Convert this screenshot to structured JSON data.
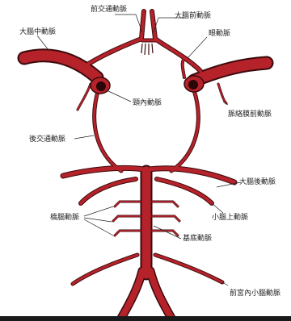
{
  "colors": {
    "artery": "#b5222a",
    "artery_dark": "#7a0f14",
    "outline": "#3a0a0c",
    "leader": "#222222"
  },
  "labels": {
    "acomm": "前交通動脈",
    "aca": "大腦前動脈",
    "mca": "大腦中動脈",
    "oph": "眼動脈",
    "ica": "頸內動脈",
    "ach": "脈絡膜前動脈",
    "pcomm": "後交通動脈",
    "pca": "大腦後動脈",
    "sca": "小腦上動脈",
    "pontine": "橋腦動脈",
    "basilar": "基底動脈",
    "aica": "前宮內小腦動脈"
  }
}
